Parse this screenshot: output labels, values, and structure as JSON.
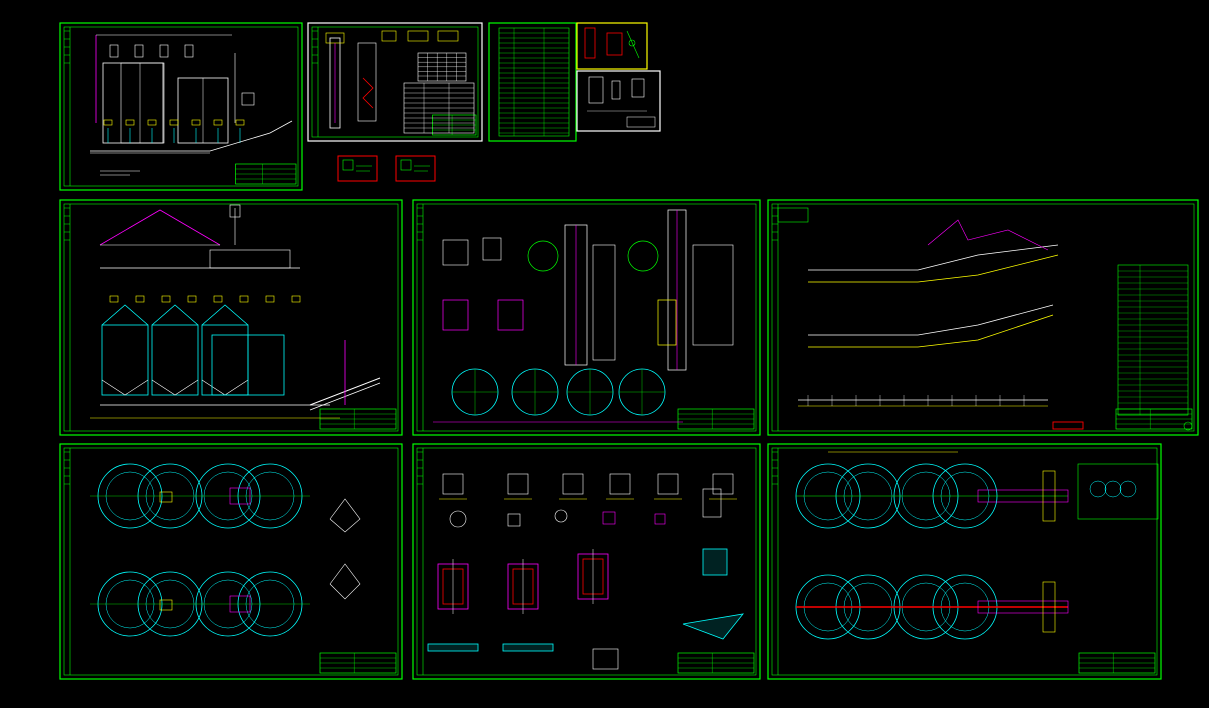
{
  "app": {
    "background": "#000000"
  },
  "colors": {
    "frame": "#00ff00",
    "cyan": "#00ffff",
    "white": "#ffffff",
    "magenta": "#ff00ff",
    "yellow": "#ffff00",
    "red": "#ff0000",
    "blue": "#4a6cff"
  },
  "sheets": [
    {
      "id": "silo-elevation-overview",
      "kind": "elevation"
    },
    {
      "id": "bucket-elevator-detail",
      "kind": "detail"
    },
    {
      "id": "equipment-list-table",
      "kind": "table"
    },
    {
      "id": "mini-sheet-red-details",
      "kind": "detail"
    },
    {
      "id": "mini-sheet-white-details",
      "kind": "detail"
    },
    {
      "id": "silo-section-views",
      "kind": "elevation"
    },
    {
      "id": "elevator-sections-and-silo-plans",
      "kind": "section"
    },
    {
      "id": "conveyor-profile-sheet",
      "kind": "profile"
    },
    {
      "id": "silo-floor-plans",
      "kind": "plan"
    },
    {
      "id": "foundation-details",
      "kind": "detail"
    },
    {
      "id": "silo-layout-plans",
      "kind": "plan"
    }
  ],
  "stamps": [
    {
      "id": "stamp-1",
      "color": "red"
    },
    {
      "id": "stamp-2",
      "color": "red"
    }
  ]
}
